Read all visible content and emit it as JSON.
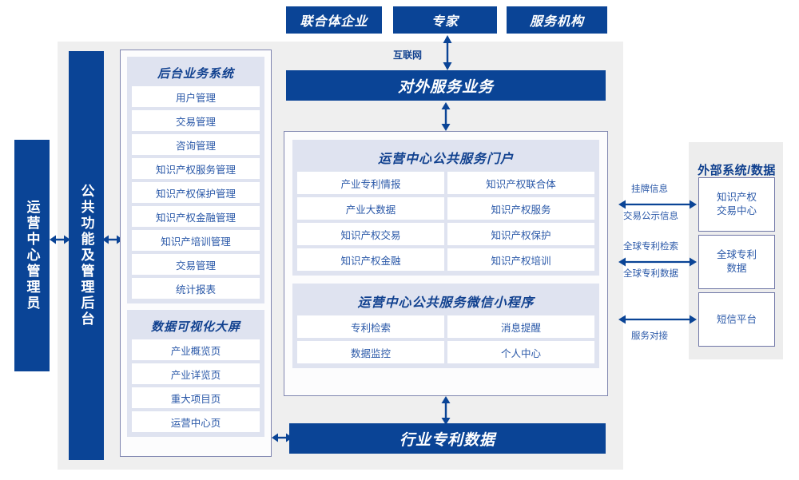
{
  "top_actors": [
    {
      "label": "联合体企业"
    },
    {
      "label": "专家"
    },
    {
      "label": "服务机构"
    }
  ],
  "internet_label": "互联网",
  "external_service_bar": "对外服务业务",
  "left_roles": [
    {
      "label": "运营中心管理员"
    },
    {
      "label": "公共功能及管理后台"
    }
  ],
  "backend_system": {
    "title": "后台业务系统",
    "items": [
      {
        "label": "用户管理"
      },
      {
        "label": "交易管理"
      },
      {
        "label": "咨询管理"
      },
      {
        "label": "知识产权服务管理"
      },
      {
        "label": "知识产权保护管理"
      },
      {
        "label": "知识产权金融管理"
      },
      {
        "label": "知识产培训管理"
      },
      {
        "label": "交易管理"
      },
      {
        "label": "统计报表"
      }
    ]
  },
  "data_screen": {
    "title": "数据可视化大屏",
    "items": [
      {
        "label": "产业概览页"
      },
      {
        "label": "产业详览页"
      },
      {
        "label": "重大项目页"
      },
      {
        "label": "运营中心页"
      }
    ]
  },
  "portal": {
    "title": "运营中心公共服务门户",
    "items": [
      {
        "label": "产业专利情报"
      },
      {
        "label": "知识产权联合体"
      },
      {
        "label": "产业大数据"
      },
      {
        "label": "知识产权服务"
      },
      {
        "label": "知识产权交易"
      },
      {
        "label": "知识产权保护"
      },
      {
        "label": "知识产权金融"
      },
      {
        "label": "知识产权培训"
      }
    ]
  },
  "miniprogram": {
    "title": "运营中心公共服务微信小程序",
    "items": [
      {
        "label": "专利检索"
      },
      {
        "label": "消息提醒"
      },
      {
        "label": "数据监控"
      },
      {
        "label": "个人中心"
      }
    ]
  },
  "bottom_bar": "行业专利数据",
  "external": {
    "title": "外部系统/数据",
    "systems": [
      {
        "label": "知识产权\n交易中心"
      },
      {
        "label": "全球专利\n数据"
      },
      {
        "label": "短信平台"
      }
    ],
    "link_labels": [
      {
        "above": "挂牌信息",
        "below": "交易公示信息"
      },
      {
        "above": "全球专利检索",
        "below": "全球专利数据"
      },
      {
        "above": "",
        "below": "服务对接"
      }
    ]
  },
  "colors": {
    "brand_blue": "#0a4496",
    "text_blue": "#2a58a8",
    "panel_gray": "#efefef",
    "group_lavender": "#dfe3f0",
    "card_border": "#8086b0"
  }
}
